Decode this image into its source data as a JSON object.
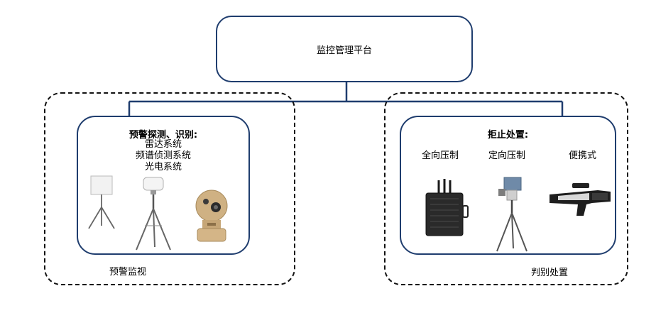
{
  "platform": {
    "label": "监控管理平台"
  },
  "left_group": {
    "caption": "预警监视",
    "title": "预警探测、识别:",
    "items": [
      "雷达系统",
      "频谱侦测系统",
      "光电系统"
    ],
    "images": [
      "radar-on-tripod-image",
      "spectrum-detector-on-tripod-image",
      "electro-optical-camera-image"
    ]
  },
  "right_group": {
    "caption": "判别处置",
    "title": "拒止处置:",
    "columns": [
      "全向压制",
      "定向压制",
      "便携式"
    ],
    "images": [
      "omnidirectional-jammer-image",
      "directional-jammer-on-tripod-image",
      "portable-jammer-gun-image"
    ]
  },
  "colors": {
    "box_border": "#1f3d6e",
    "connector": "#1f3d6e",
    "dashed_border": "#111111"
  }
}
